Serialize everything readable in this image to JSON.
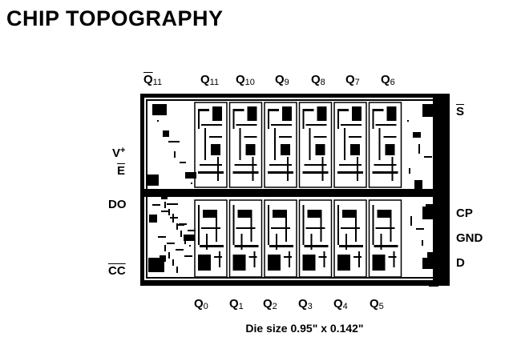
{
  "title": "CHIP TOPOGRAPHY",
  "pins": {
    "q11_bar": {
      "base": "Q",
      "sub": "11"
    },
    "q11": {
      "base": "Q",
      "sub": "11"
    },
    "q10": {
      "base": "Q",
      "sub": "10"
    },
    "q9": {
      "base": "Q",
      "sub": "9"
    },
    "q8": {
      "base": "Q",
      "sub": "8"
    },
    "q7": {
      "base": "Q",
      "sub": "7"
    },
    "q6": {
      "base": "Q",
      "sub": "6"
    },
    "s_bar": "S",
    "vplus": {
      "base": "V",
      "sup": "+"
    },
    "e_bar": "E",
    "do": "DO",
    "cp": "CP",
    "gnd": "GND",
    "d": "D",
    "cc_bar": "CC",
    "q0": {
      "base": "Q",
      "sub": "0"
    },
    "q1": {
      "base": "Q",
      "sub": "1"
    },
    "q2": {
      "base": "Q",
      "sub": "2"
    },
    "q3": {
      "base": "Q",
      "sub": "3"
    },
    "q4": {
      "base": "Q",
      "sub": "4"
    },
    "q5": {
      "base": "Q",
      "sub": "5"
    }
  },
  "caption": "Die size 0.95\" x 0.142\""
}
